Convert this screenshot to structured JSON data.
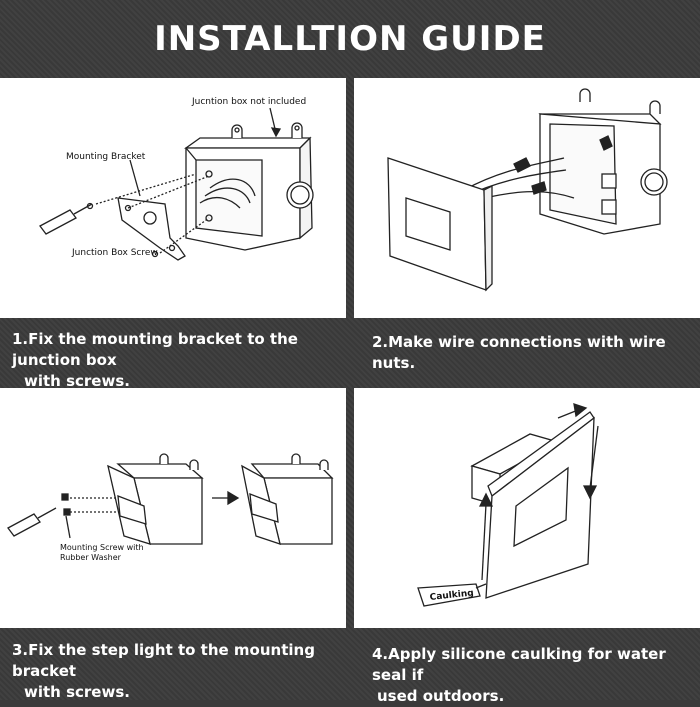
{
  "title": "INSTALLTION GUIDE",
  "steps": [
    {
      "caption_line1": "1.Fix the mounting bracket to the junction box",
      "caption_line2": "with screws.",
      "labels": {
        "junction_box": "Jucntion box not included",
        "mounting_bracket": "Mounting Bracket",
        "junction_box_screw": "Junction Box Screw"
      }
    },
    {
      "caption_line1": "2.Make wire connections with wire nuts.",
      "caption_line2": ""
    },
    {
      "caption_line1": "3.Fix the step light to the mounting bracket",
      "caption_line2": "with screws.",
      "labels": {
        "mounting_screw_line1": "Mounting Screw with",
        "mounting_screw_line2": "Rubber Washer"
      }
    },
    {
      "caption_line1": "4.Apply silicone caulking for water seal if",
      "caption_line2": "used outdoors.",
      "labels": {
        "caulking": "Caulking"
      }
    }
  ],
  "colors": {
    "background": "#3b3b3b",
    "panel": "#ffffff",
    "text": "#ffffff",
    "line": "#222222"
  }
}
